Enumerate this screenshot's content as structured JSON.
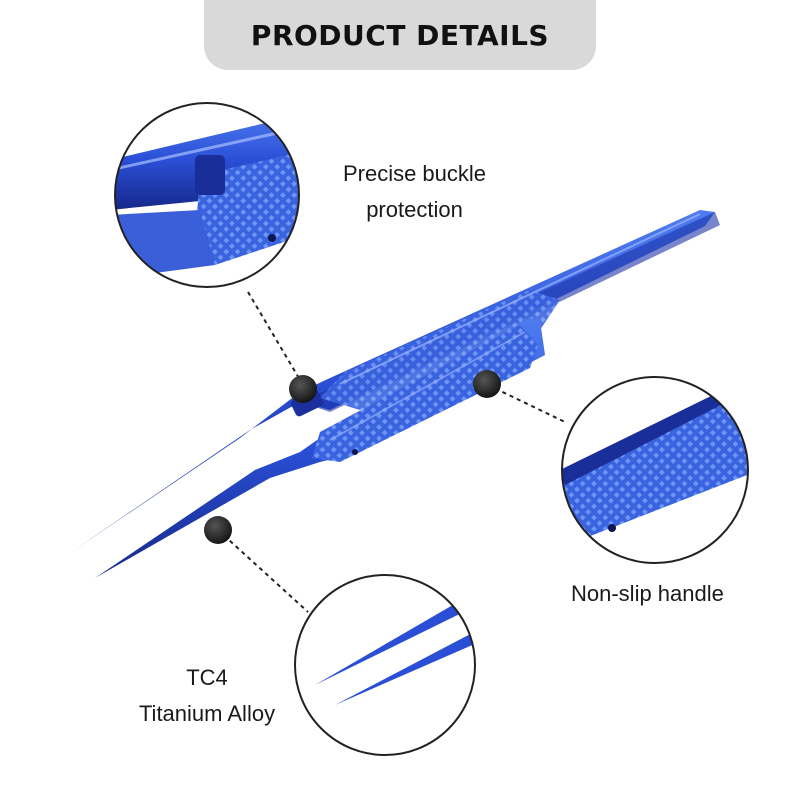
{
  "header": {
    "title": "PRODUCT DETAILS"
  },
  "callouts": [
    {
      "lines": [
        "Precise buckle",
        "protection"
      ]
    },
    {
      "lines": [
        "Non-slip handle"
      ]
    },
    {
      "lines": [
        "TC4",
        "Titanium Alloy"
      ]
    }
  ],
  "colors": {
    "banner": "#d9d9d9",
    "tweezer_blue": "#2a4fd6",
    "tweezer_dark": "#1a2e9a",
    "marker": "#222222"
  },
  "icons": [
    "tweezers-image",
    "callout-marker-dot",
    "zoom-circle"
  ]
}
